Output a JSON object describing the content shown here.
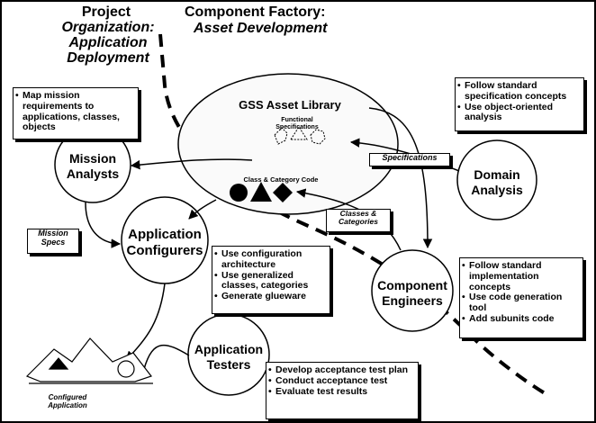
{
  "headers": {
    "left_title": "Project",
    "left_line2": "Organization:",
    "left_line3": "Application",
    "left_line4": "Deployment",
    "right_title": "Component Factory:",
    "right_subtitle": "Asset Development"
  },
  "library": {
    "title": "GSS Asset Library",
    "functional_specs_line1": "Functional",
    "functional_specs_line2": "Specifications",
    "class_code": "Class & Category Code"
  },
  "circles": {
    "mission_analysts_1": "Mission",
    "mission_analysts_2": "Analysts",
    "app_configurers_1": "Application",
    "app_configurers_2": "Configurers",
    "domain_analysis_1": "Domain",
    "domain_analysis_2": "Analysis",
    "component_engineers_1": "Component",
    "component_engineers_2": "Engineers",
    "app_testers_1": "Application",
    "app_testers_2": "Testers"
  },
  "tags": {
    "specifications": "Specifications",
    "classes_1": "Classes &",
    "classes_2": "Categories",
    "mission_specs_1": "Mission",
    "mission_specs_2": "Specs",
    "configured_1": "Configured",
    "configured_2": "Application"
  },
  "boxes": {
    "mission": [
      "Map mission requirements to applications, classes, objects"
    ],
    "domain": [
      "Follow standard specification concepts",
      "Use object-oriented analysis"
    ],
    "configurers": [
      "Use configuration architecture",
      "Use generalized classes, categories",
      "Generate glueware"
    ],
    "engineers": [
      "Follow standard implementation concepts",
      "Use code generation tool",
      "Add subunits code"
    ],
    "testers": [
      "Develop acceptance test plan",
      "Conduct acceptance test",
      "Evaluate test results"
    ]
  }
}
